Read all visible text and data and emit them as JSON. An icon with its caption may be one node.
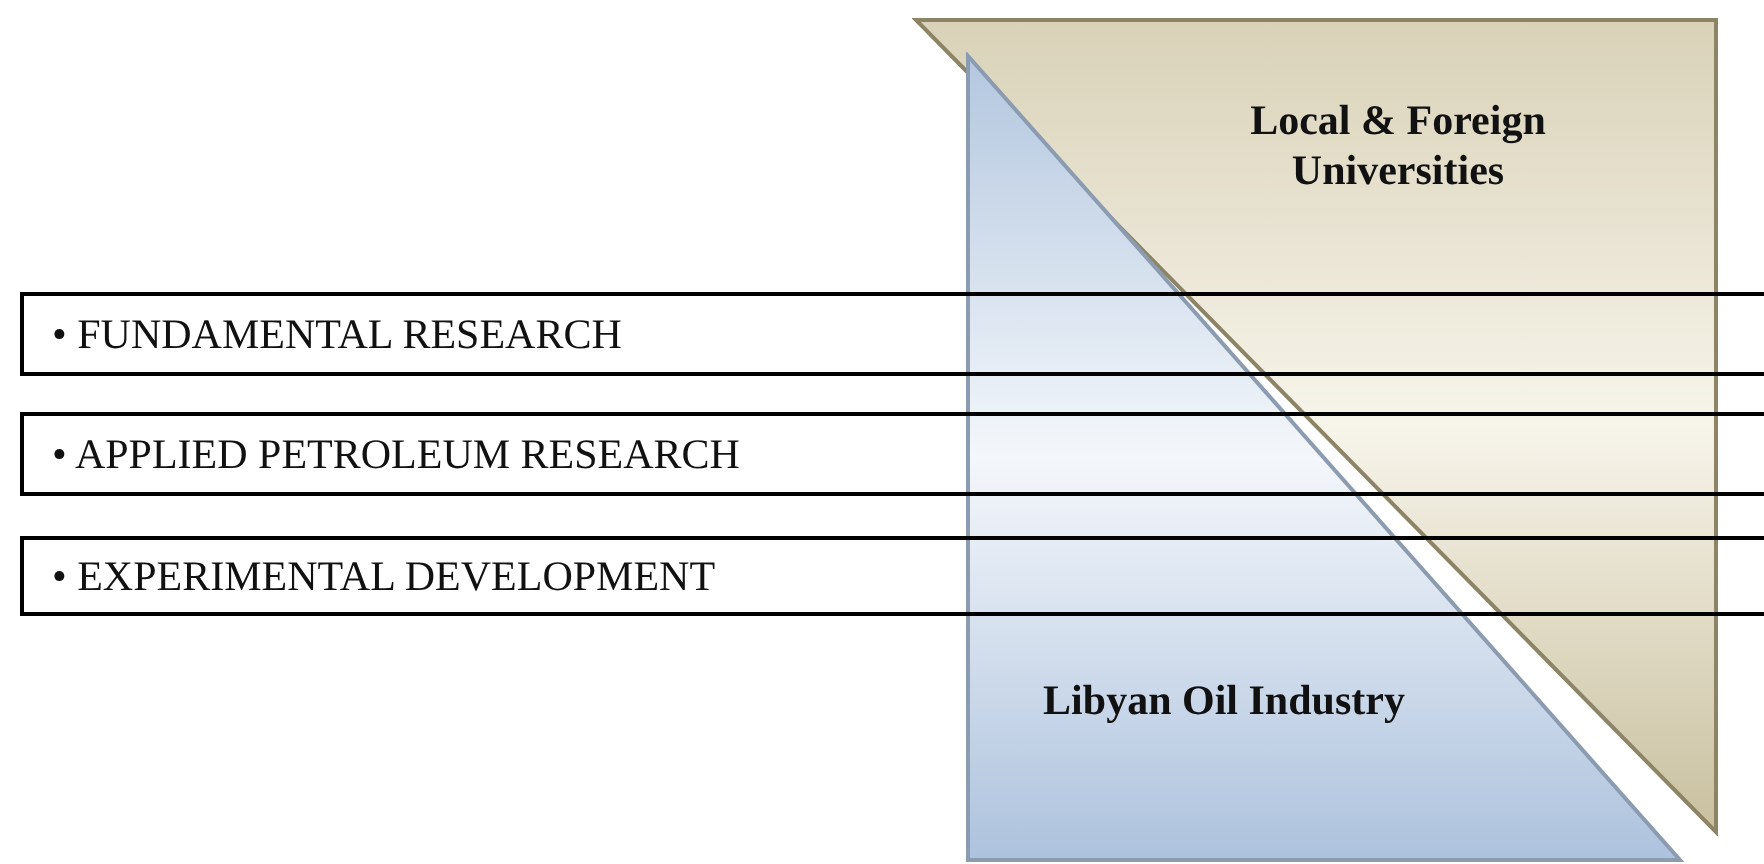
{
  "diagram": {
    "nodes": [
      {
        "text": [
          "Local & Foreign Universities"
        ]
      },
      {
        "text": [
          "Libyan Oil Industry"
        ]
      },
      {
        "text": [
          "• FUNDAMENTAL RESEARCH"
        ]
      },
      {
        "text": [
          "• APPLIED PETROLEUM RESEARCH"
        ]
      },
      {
        "text": [
          "• EXPERIMENTAL DEVELOPMENT"
        ]
      }
    ]
  }
}
